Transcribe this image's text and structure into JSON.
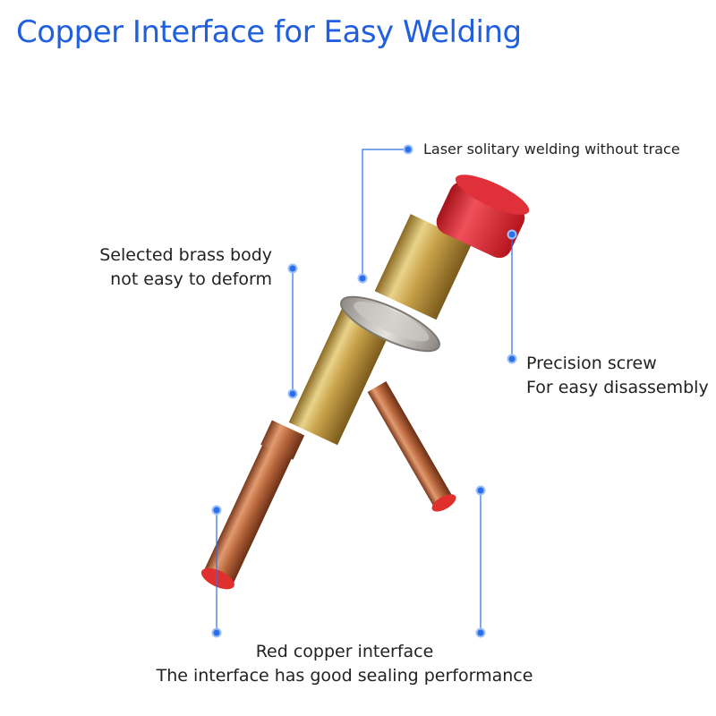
{
  "title": "Copper Interface for Easy Welding",
  "callouts": {
    "laser": {
      "text": "Laser solitary welding without trace"
    },
    "brass": {
      "line1": "Selected brass body",
      "line2": "not easy to deform"
    },
    "screw": {
      "line1": "Precision screw",
      "line2": "For easy disassembly"
    },
    "copper": {
      "line1": "Red copper interface",
      "line2": "The interface has good sealing performance"
    }
  },
  "colors": {
    "title": "#1f5fe0",
    "callout_line": "#2b6fe8",
    "brass": "#c9a24a",
    "copper": "#b5643a",
    "cap": "#d4202a",
    "flange": "#b9b4ad"
  }
}
